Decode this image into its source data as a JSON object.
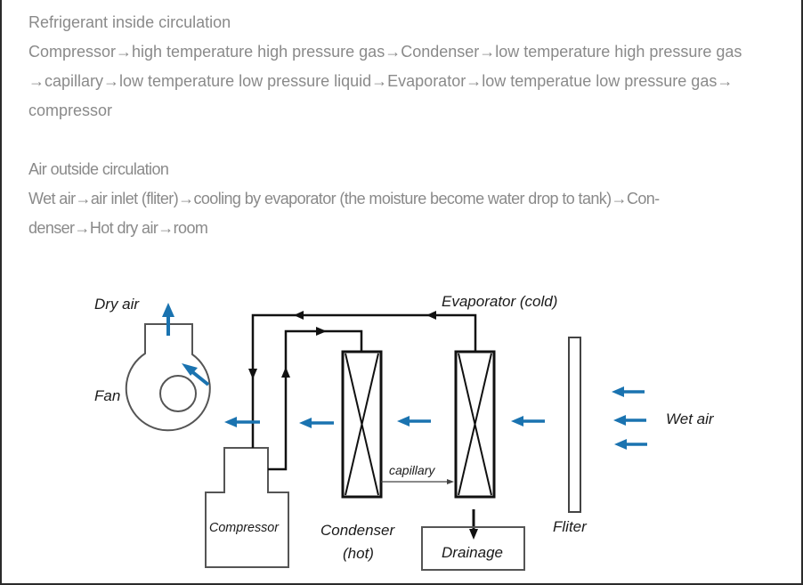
{
  "refrigerant_section": {
    "heading": "Refrigerant inside circulation",
    "lines": [
      "Compressor→high temperature high pressure gas→Condenser→low temperature high pressure gas",
      "→capillary→low temperature low pressure liquid→Evaporator→low temperatue low pressure gas→",
      "compressor"
    ]
  },
  "air_section": {
    "heading": "Air outside circulation",
    "lines": [
      "Wet air→air inlet (fliter)→cooling by evaporator (the moisture become water drop to tank)→Con-",
      "denser→Hot dry air→room"
    ]
  },
  "diagram": {
    "labels": {
      "dry_air": "Dry air",
      "fan": "Fan",
      "evaporator": "Evaporator (cold)",
      "wet_air": "Wet air",
      "capillary": "capillary",
      "compressor": "Compressor",
      "condenser_line1": "Condenser",
      "condenser_line2": "(hot)",
      "drainage": "Drainage",
      "filter": "Fliter"
    },
    "colors": {
      "airflow_arrow": "#1a73b0",
      "pipe": "#111111",
      "outline": "#555555"
    }
  }
}
